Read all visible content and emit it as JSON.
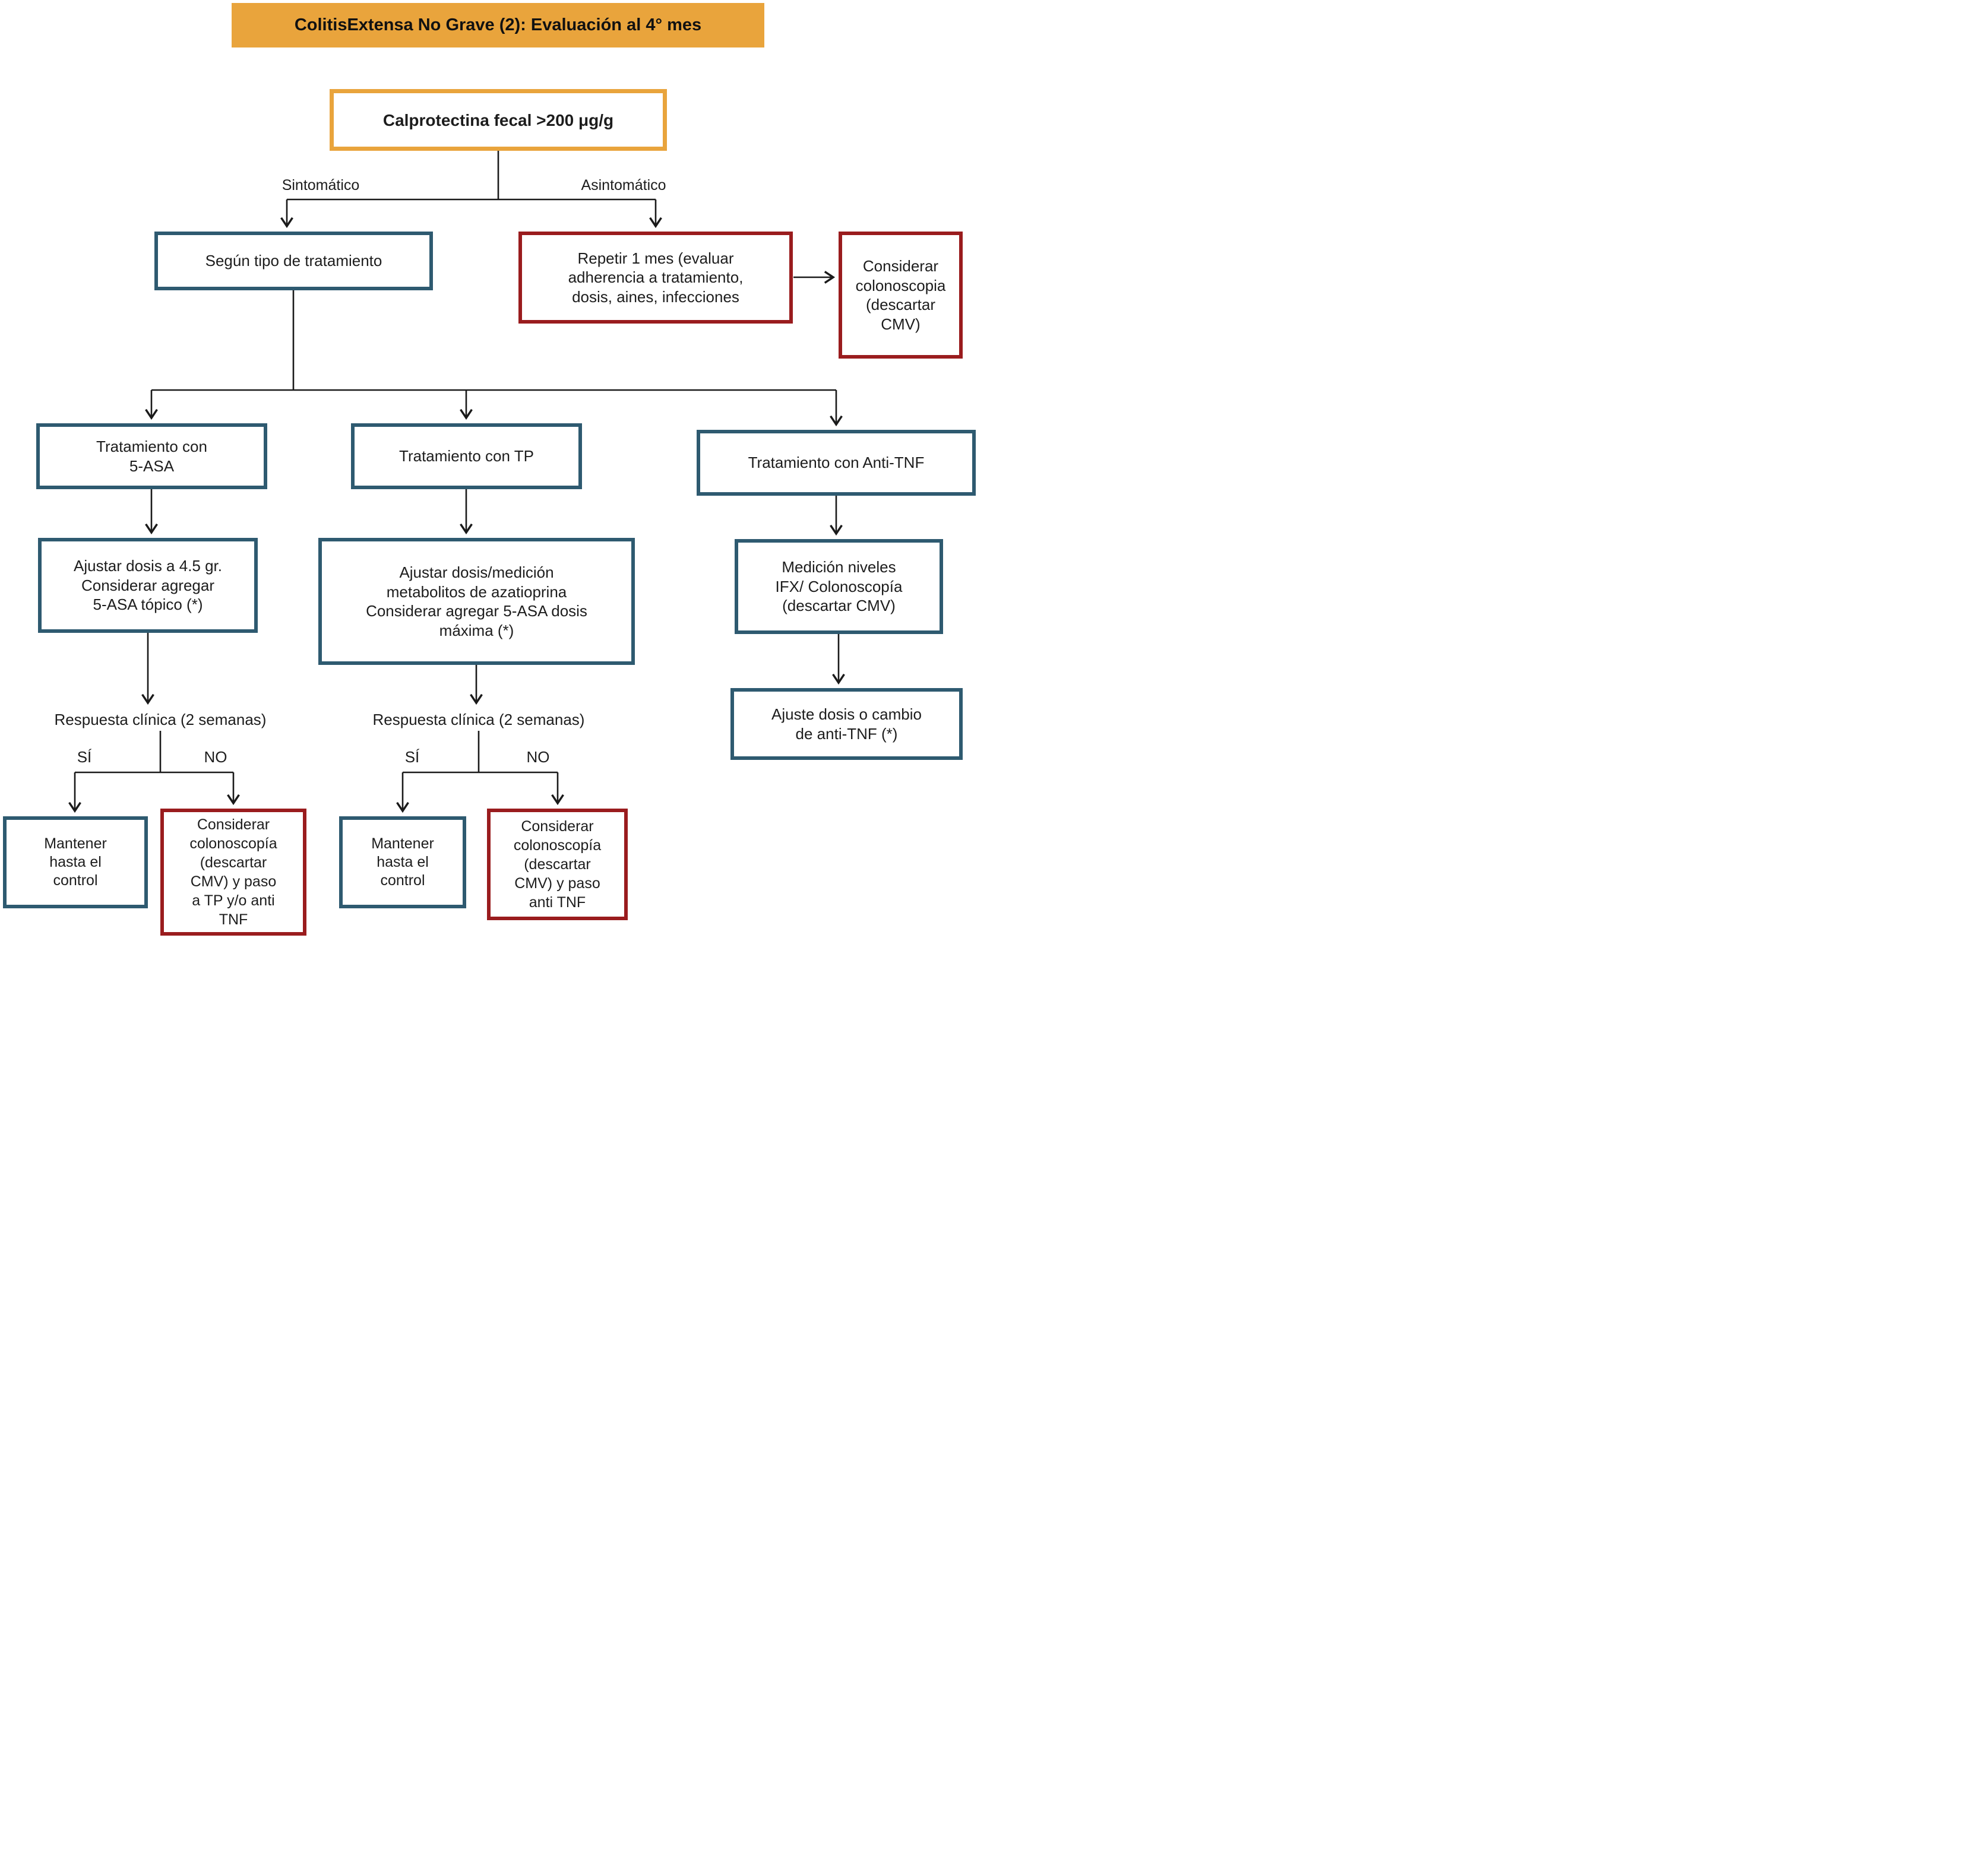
{
  "title_bar": {
    "text": "ColitisExtensa No Grave (2): Evaluación al 4° mes"
  },
  "flowchart": {
    "root": "Calprotectina fecal >200 μg/g",
    "branch_left_label": "Sintomático",
    "branch_right_label": "Asintomático",
    "segun_tipo": "Según tipo de tratamiento",
    "repetir_1_mes": "Repetir 1 mes (evaluar\nadherencia a tratamiento,\ndosis, aines, infecciones",
    "considerar_colonoscopia_asintomatico": "Considerar\ncolonoscopia\n(descartar\nCMV)",
    "tratamiento_5asa": "Tratamiento con\n5-ASA",
    "tratamiento_tp": "Tratamiento con TP",
    "tratamiento_antitnf": "Tratamiento con Anti-TNF",
    "ajustar_5asa": "Ajustar dosis a 4.5 gr.\nConsiderar agregar\n5-ASA tópico (*)",
    "ajustar_tp": "Ajustar dosis/medición\nmetabolitos de azatioprina\nConsiderar agregar 5-ASA dosis\nmáxima (*)",
    "medicion_ifx": "Medición niveles\nIFX/ Colonoscopía\n(descartar CMV)",
    "respuesta_clinica_5asa": "Respuesta clínica (2 semanas)",
    "respuesta_clinica_tp": "Respuesta clínica (2 semanas)",
    "si_5asa": "SÍ",
    "no_5asa": "NO",
    "si_tp": "SÍ",
    "no_tp": "NO",
    "mantener_5asa": "Mantener\nhasta el\ncontrol",
    "considerar_colonoscopia_5asa": "Considerar\ncolonoscopía\n(descartar\nCMV) y paso\na TP y/o anti\nTNF",
    "mantener_tp": "Mantener\nhasta el\ncontrol",
    "considerar_colonoscopia_tp": "Considerar\ncolonoscopía\n(descartar\nCMV) y paso\nanti TNF",
    "ajuste_antitnf": "Ajuste dosis o cambio\nde anti-TNF (*)"
  },
  "colors": {
    "accent_orange": "#E9A43C",
    "box_blue": "#2E5A70",
    "box_red": "#9A1C1E",
    "line": "#1A1A1A"
  }
}
